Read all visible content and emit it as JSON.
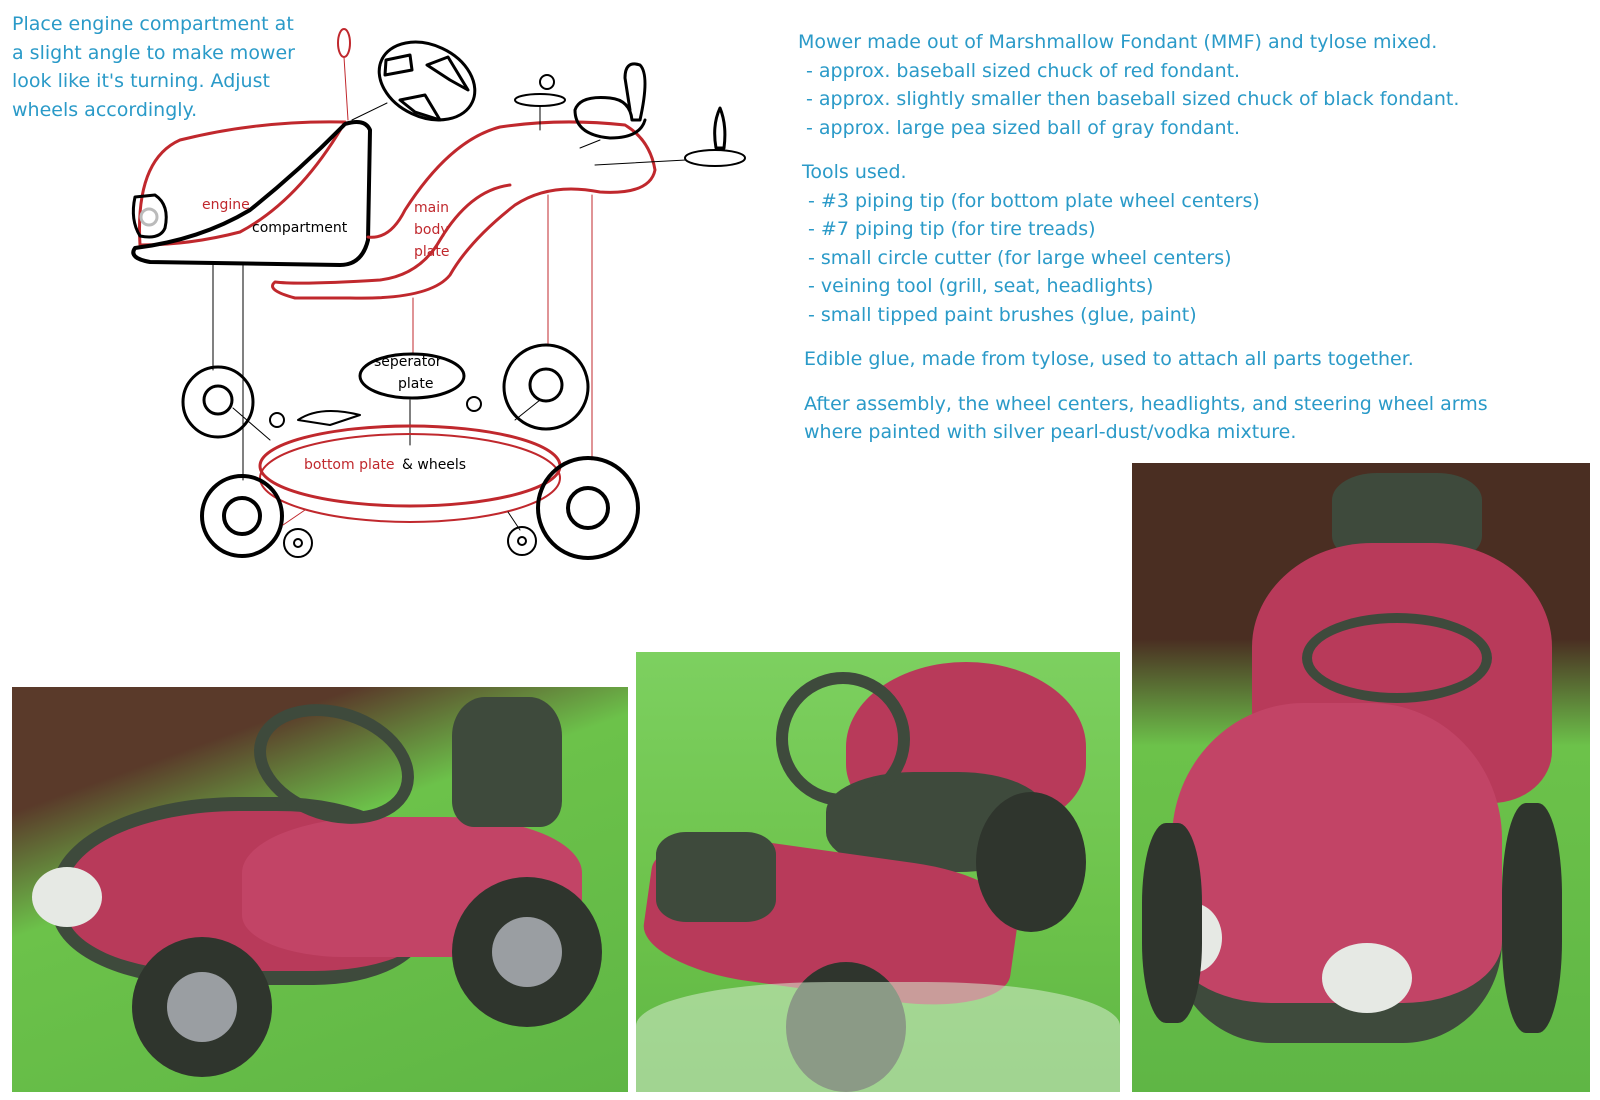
{
  "note_left": "Place engine compartment at a slight angle to make mower look like it's turning. Adjust wheels accordingly.",
  "diagram_labels": {
    "engine": "engine",
    "compartment": "compartment",
    "main": "main",
    "body": "body",
    "plate": "plate",
    "separator_1": "seperator",
    "separator_2": "plate",
    "bottom_plate": "bottom plate",
    "and_wheels": "& wheels"
  },
  "materials": {
    "heading": "Mower made out of Marshmallow Fondant (MMF) and tylose mixed.",
    "items": [
      "- approx. baseball sized chuck of red fondant.",
      "- approx. slightly smaller then baseball sized chuck of black fondant.",
      "- approx. large pea sized ball of gray fondant."
    ]
  },
  "tools": {
    "heading": "Tools used.",
    "items": [
      "- #3 piping tip (for bottom plate wheel centers)",
      "- #7 piping tip (for tire treads)",
      "- small circle cutter (for large wheel centers)",
      "- veining tool (grill, seat, headlights)",
      "- small tipped paint brushes (glue, paint)"
    ]
  },
  "glue_note": "Edible glue, made from tylose, used to attach all parts together.",
  "paint_note": "After assembly, the wheel centers, headlights, and steering wheel arms where painted with silver pearl-dust/vodka mixture.",
  "colors": {
    "text": "#2a9ac8",
    "red_outline": "#c0282d",
    "fondant_red": "#b83a5a",
    "fondant_black": "#3e4a3c",
    "grass": "#6cc24a"
  }
}
